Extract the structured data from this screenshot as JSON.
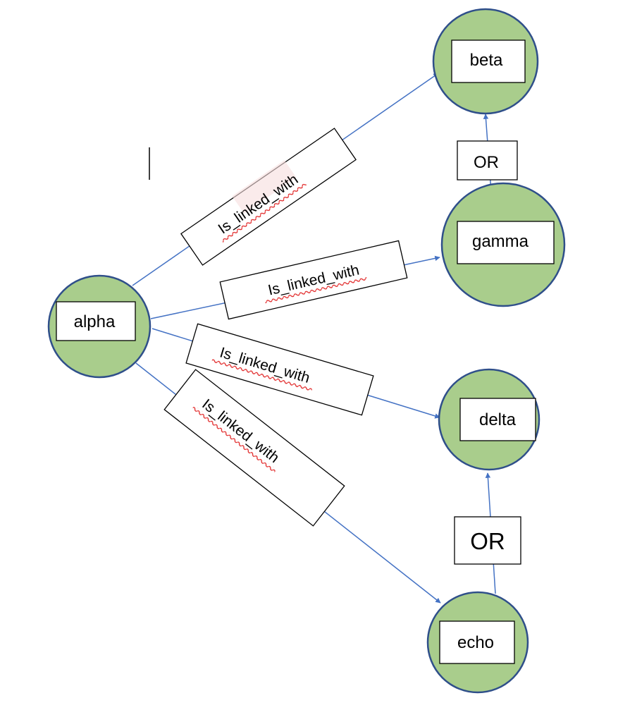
{
  "colors": {
    "node_fill": "#a9cd8c",
    "node_stroke": "#2f4f8a",
    "edge_line": "#4472c4",
    "box_stroke": "#000000",
    "spellcheck_underline": "#e02020"
  },
  "nodes": {
    "alpha": "alpha",
    "beta": "beta",
    "gamma": "gamma",
    "delta": "delta",
    "echo": "echo"
  },
  "edge_labels": {
    "alpha_beta": "Is_linked_with",
    "alpha_gamma": "Is_linked_with",
    "alpha_delta": "Is_linked_with",
    "alpha_echo": "Is_linked_with"
  },
  "connectors": {
    "gamma_to_beta": "OR",
    "echo_to_delta": "OR"
  }
}
